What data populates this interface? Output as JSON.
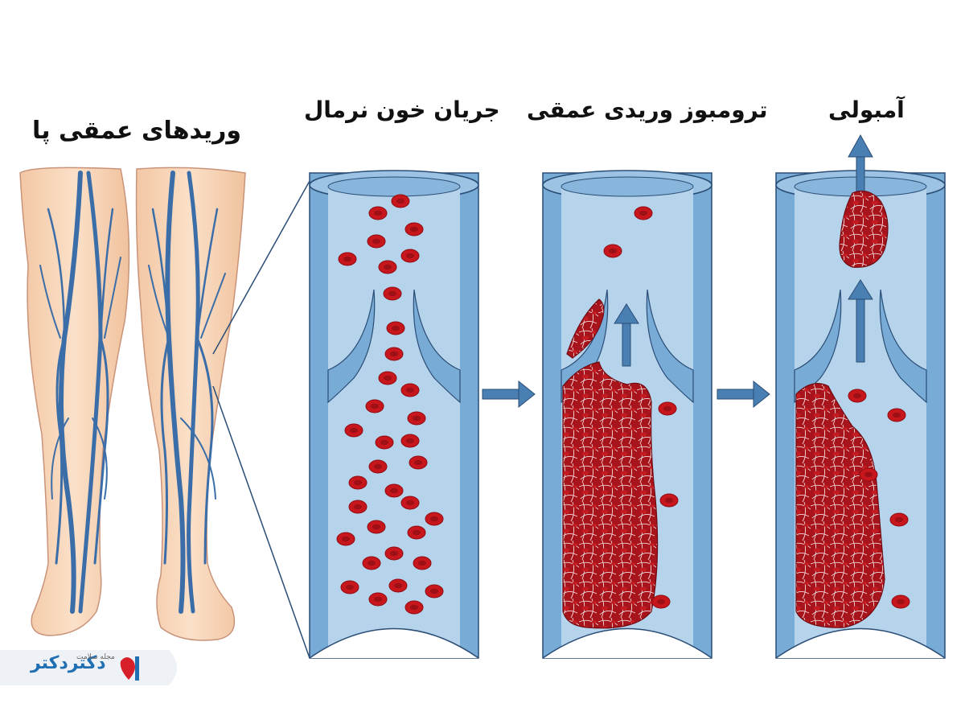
{
  "titles": {
    "legs": "وریدهای عمقی پا",
    "normal": "جریان خون نرمال",
    "dvt": "ترومبوز وریدی عمقی",
    "embolism": "آمبولی"
  },
  "logo": {
    "name": "دکتردکتر",
    "tagline": "مجله سلامت"
  },
  "colors": {
    "vessel_outer": "#7fb0d9",
    "vessel_inner": "#3f78b1",
    "vessel_lumen": "#b9d5ee",
    "blood_cell": "#c8161d",
    "clot": "#a3151c",
    "skin": "#f7d4b6",
    "vein": "#3b6ea8",
    "arrow": "#4a7fb3"
  }
}
